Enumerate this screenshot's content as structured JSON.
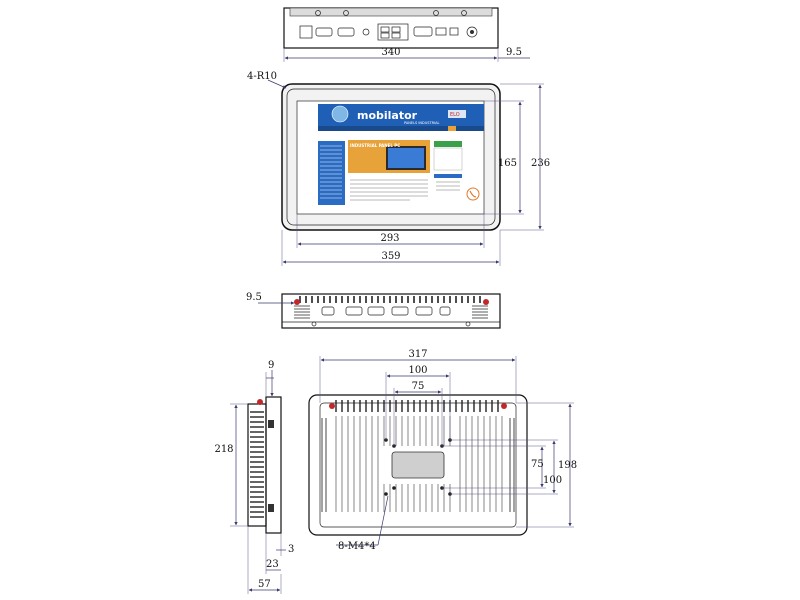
{
  "top_view": {
    "width_label": "340",
    "depth_label": "9.5"
  },
  "front_view": {
    "corner_label": "4-R10",
    "screen_width_label": "293",
    "overall_width_label": "359",
    "screen_height_label": "165",
    "overall_height_label": "236",
    "website": {
      "logo": "mobilator",
      "tagline": "PANELS INDUSTRIAL",
      "banner_title": "INDUSTRIAL PANEL PC",
      "brand": "ELO"
    }
  },
  "bottom_view": {
    "depth_label": "9.5"
  },
  "side_view": {
    "height_label": "218",
    "top_label": "9",
    "inner_label": "23",
    "edge_label": "3",
    "total_label": "57"
  },
  "back_view": {
    "width_label": "317",
    "vesa_100_h_label": "100",
    "vesa_75_h_label": "75",
    "vesa_75_v_label": "75",
    "vesa_100_v_label": "100",
    "height_label": "198",
    "screw_label": "8-M4*4"
  },
  "colors": {
    "line": "#111111",
    "dimension": "#3a3a6e",
    "screen_blue": "#1f5fb5",
    "banner_orange": "#e8a23a",
    "indicator_red": "#c0282c"
  }
}
